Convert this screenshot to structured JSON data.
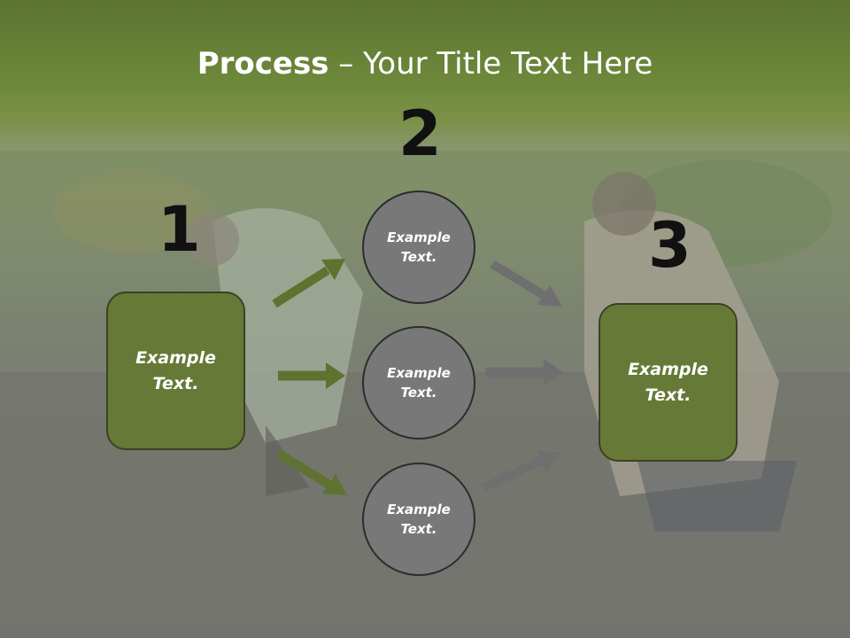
{
  "slide": {
    "title_bold": "Process",
    "title_rest": " – Your Title Text Here"
  },
  "steps": {
    "step1": {
      "number": "1",
      "label": "Example Text."
    },
    "step2": {
      "number": "2"
    },
    "step3": {
      "number": "3",
      "label": "Example Text."
    }
  },
  "middle_circles": [
    {
      "label": "Example Text."
    },
    {
      "label": "Example Text."
    },
    {
      "label": "Example Text."
    }
  ],
  "colors": {
    "header_green": "#667d34",
    "box_fill": "#677937",
    "circle_fill": "#787878",
    "green_arrow": "#5f7230",
    "gray_arrow": "#6f6f6f"
  }
}
